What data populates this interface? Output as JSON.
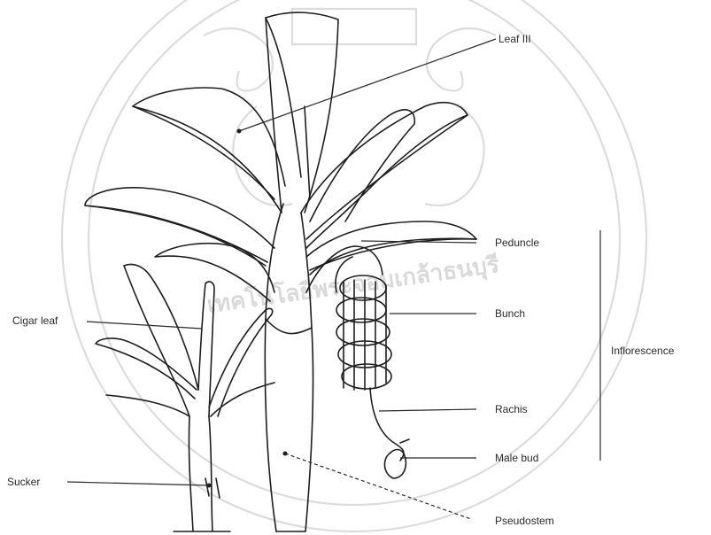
{
  "diagram": {
    "labels": {
      "leaf": "Leaf III",
      "peduncle": "Peduncle",
      "bunch": "Bunch",
      "rachis": "Rachis",
      "male_bud": "Male bud",
      "pseudostem": "Pseudostem",
      "cigar_leaf": "Cigar leaf",
      "sucker": "Sucker",
      "inflorescence": "Inflorescence"
    },
    "watermark": {
      "text": "เทคโนโลยีพระจอมเกล้าธนบุรี",
      "color": "#d9d9d9"
    }
  }
}
